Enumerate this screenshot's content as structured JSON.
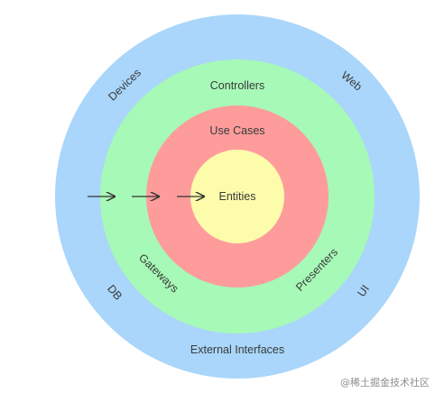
{
  "diagram": {
    "rings": [
      {
        "id": "outer",
        "color": "#a9d6fa"
      },
      {
        "id": "adapters",
        "color": "#a7f9b7"
      },
      {
        "id": "usecases",
        "color": "#fe9c9c"
      },
      {
        "id": "entities",
        "color": "#fdfcab"
      }
    ],
    "labels": {
      "devices": "Devices",
      "web": "Web",
      "controllers": "Controllers",
      "use_cases": "Use Cases",
      "entities": "Entities",
      "gateways": "Gateways",
      "presenters": "Presenters",
      "db": "DB",
      "ui": "UI",
      "external_interfaces": "External Interfaces"
    },
    "arrow_color": "#333333"
  },
  "watermark": {
    "text": "@稀土掘金技术社区"
  }
}
